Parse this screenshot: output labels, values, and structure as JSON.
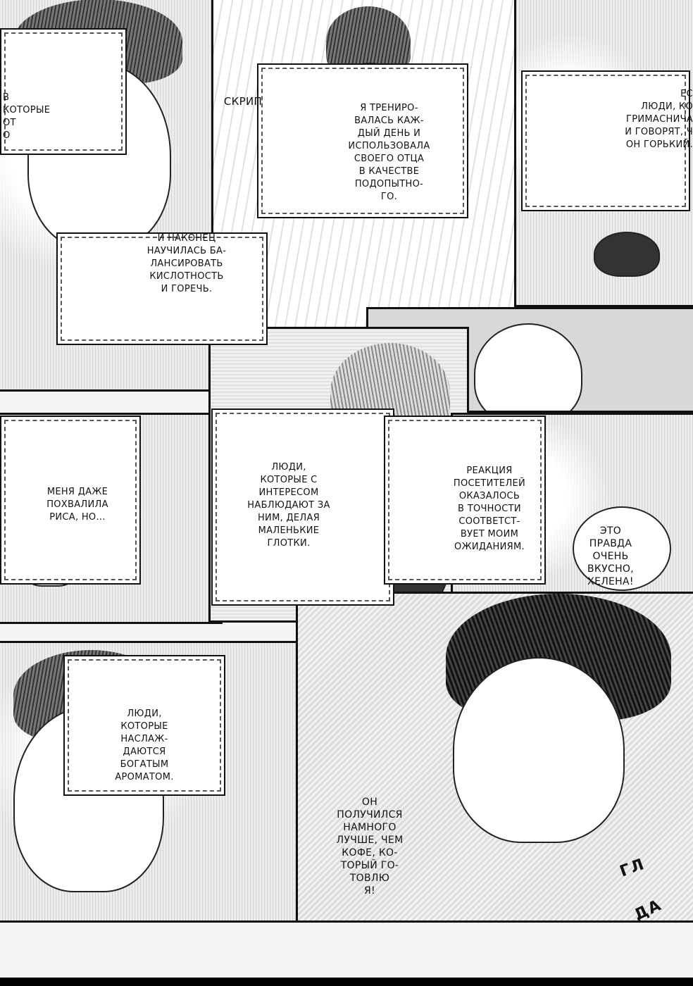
{
  "captions": {
    "c1": "В\nКОТОРЫЕ\nОТ\nО",
    "c2": "СКРИП",
    "c3": "Я ТРЕНИРО-\nВАЛАСЬ КАЖ-\nДЫЙ ДЕНЬ И\nИСПОЛЬЗОВАЛА\nСВОЕГО ОТЦА\nВ КАЧЕСТВЕ\nПОДОПЫТНО-\nГО.",
    "c4": "ЕС\nЛЮДИ, КО\nГРИМАСНИЧА\nИ ГОВОРЯТ, Ч\nОН ГОРЬКИЙ.",
    "c5": "И НАКОНЕЦ\nНАУЧИЛАСЬ БА-\nЛАНСИРОВАТЬ\nКИСЛОТНОСТЬ\nИ ГОРЕЧЬ.",
    "c6": "МЕНЯ ДАЖЕ\nПОХВАЛИЛА\nРИСА, НО...",
    "c7": "ЛЮДИ,\nКОТОРЫЕ С\nИНТЕРЕСОМ\nНАБЛЮДАЮТ ЗА\nНИМ, ДЕЛАЯ\nМАЛЕНЬКИЕ\nГЛОТКИ.",
    "c8": "РЕАКЦИЯ\nПОСЕТИТЕЛЕЙ\nОКАЗАЛОСЬ\nВ ТОЧНОСТИ\nСООТВЕТСТ-\nВУЕТ МОИМ\nОЖИДАНИЯМ.",
    "c9": "ЭТО\nПРАВДА\nОЧЕНЬ\nВКУСНО,\nХЕЛЕНА!",
    "c10": "ЛЮДИ,\nКОТОРЫЕ\nНАСЛАЖ-\nДАЮТСЯ\nБОГАТЫМ\nАРОМАТОМ.",
    "c11": "ОН\nПОЛУЧИЛСЯ\nНАМНОГО\nЛУЧШЕ, ЧЕМ\nКОФЕ, КО-\nТОРЫЙ ГО-\nТОВЛЮ\nЯ!"
  },
  "sfx": {
    "s1": "ГЛ",
    "s2": "ДА"
  }
}
